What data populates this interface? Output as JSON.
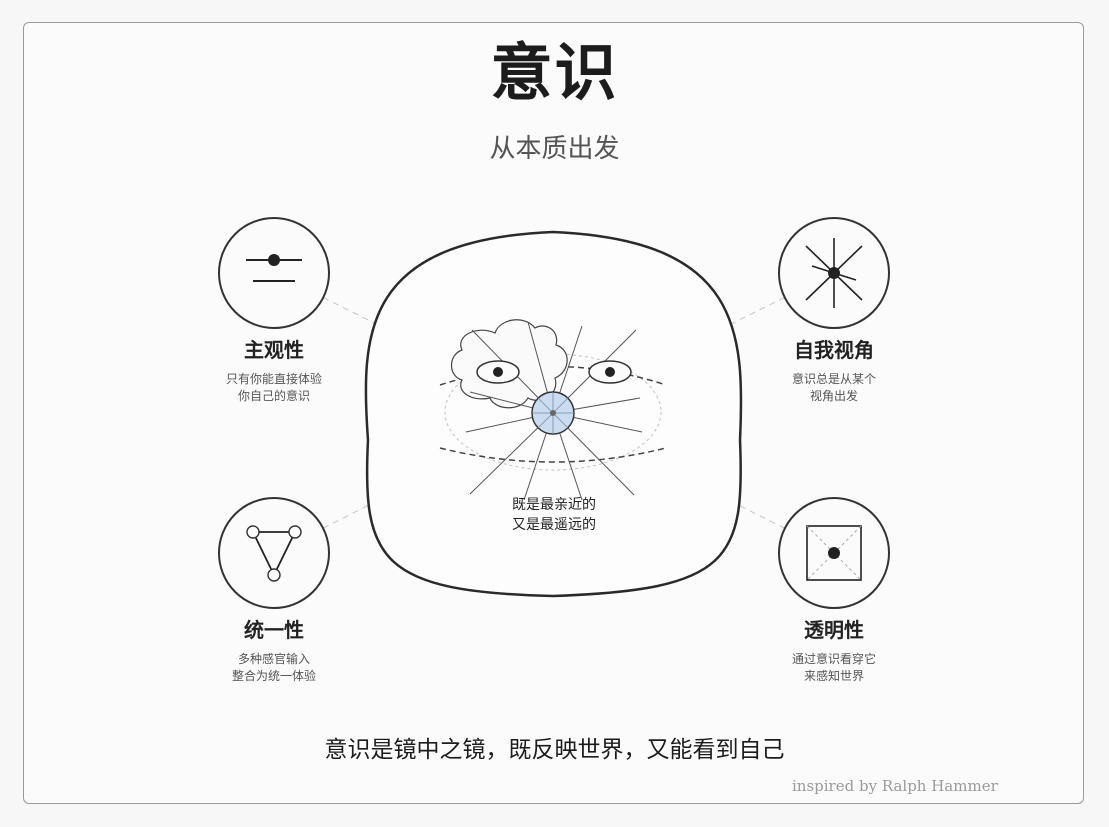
{
  "title": "意识",
  "subtitle": "从本质出发",
  "center_caption": {
    "line1": "既是最亲近的",
    "line2": "又是最遥远的"
  },
  "nodes": {
    "subjectivity": {
      "title": "主观性",
      "desc1": "只有你能直接体验",
      "desc2": "你自己的意识",
      "icon": "line-with-dot-icon"
    },
    "perspective": {
      "title": "自我视角",
      "desc1": "意识总是从某个",
      "desc2": "视角出发",
      "icon": "starburst-icon"
    },
    "unity": {
      "title": "统一性",
      "desc1": "多种感官输入",
      "desc2": "整合为统一体验",
      "icon": "triangle-icon"
    },
    "transparency": {
      "title": "透明性",
      "desc1": "通过意识看穿它",
      "desc2": "来感知世界",
      "icon": "window-icon"
    }
  },
  "tagline": "意识是镜中之镜，既反映世界，又能看到自己",
  "credit": "inspired by Ralph Hammer",
  "colors": {
    "stroke": "#333333",
    "center_fill": "#c9dcf0",
    "dashed": "#bbbbbb"
  }
}
